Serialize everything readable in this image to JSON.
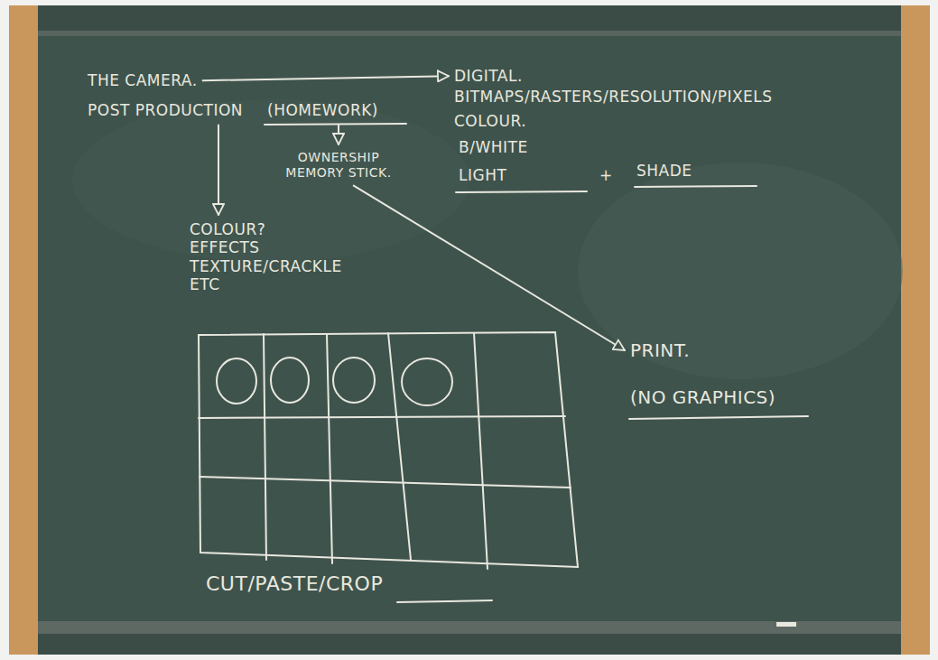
{
  "diagram": {
    "nodes": [
      {
        "text": [
          "THE CAMERA."
        ]
      },
      {
        "text": [
          "DIGITAL."
        ]
      },
      {
        "text": [
          "POST PRODUCTION"
        ]
      },
      {
        "text": [
          "(HOMEWORK)"
        ]
      },
      {
        "text": [
          "OWNERSHIP MEMORY STICK."
        ]
      },
      {
        "text": [
          "COLOUR?",
          "EFFECTS",
          "TEXTURE/CRACKLE ETC"
        ]
      },
      {
        "text": [
          "PRINT.",
          "(NO GRAPHICS)"
        ]
      }
    ],
    "edges": [
      {
        "from": 0,
        "to": 1,
        "arrow": "to"
      },
      {
        "from": 2,
        "to": 5,
        "arrow": "to"
      },
      {
        "from": 3,
        "to": 4,
        "arrow": "to"
      },
      {
        "from": 4,
        "to": 6,
        "arrow": "to"
      }
    ],
    "labels": [
      "BITMAPS/RASTERS/RESOLUTION/PIXELS",
      "COLOUR.",
      "B/WHITE",
      "LIGHT",
      "+",
      "SHADE",
      "CUT/PASTE/CROP"
    ]
  }
}
